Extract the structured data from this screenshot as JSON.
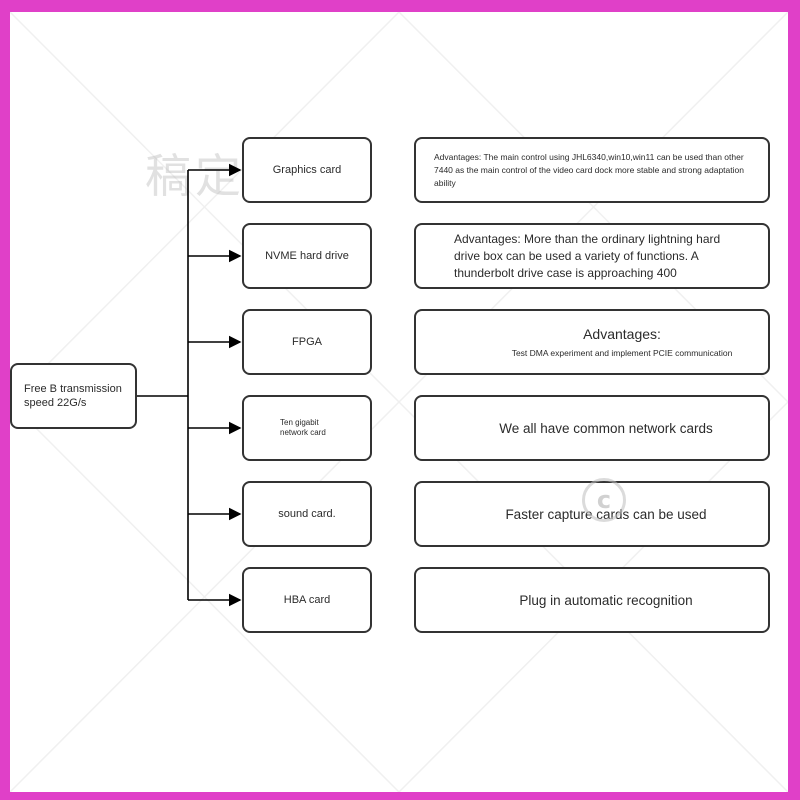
{
  "watermark": {
    "text": "稿定"
  },
  "copyright_symbol": "c",
  "root": {
    "label": "Free B transmission speed 22G/s"
  },
  "items": [
    {
      "label": "Graphics card",
      "advantage": "Advantages: The main control using JHL6340,win10,win11 can be used than other 7440 as the main control of the video card dock more stable and strong adaptation ability"
    },
    {
      "label": "NVME hard drive",
      "advantage": "Advantages: More than the ordinary lightning hard drive box can be used a variety of functions. A thunderbolt drive case is approaching 400"
    },
    {
      "label": "FPGA",
      "advantage_head": "Advantages:",
      "advantage": "Test DMA experiment and implement PCIE communication"
    },
    {
      "label": "Ten gigabit network card",
      "advantage": "We all have common network cards"
    },
    {
      "label": "sound card.",
      "advantage": "Faster capture cards can be used"
    },
    {
      "label": "HBA card",
      "advantage": "Plug in automatic recognition"
    }
  ],
  "colors": {
    "frame_border": "#e040c8",
    "box_stroke": "#333333",
    "background": "#ffffff"
  }
}
